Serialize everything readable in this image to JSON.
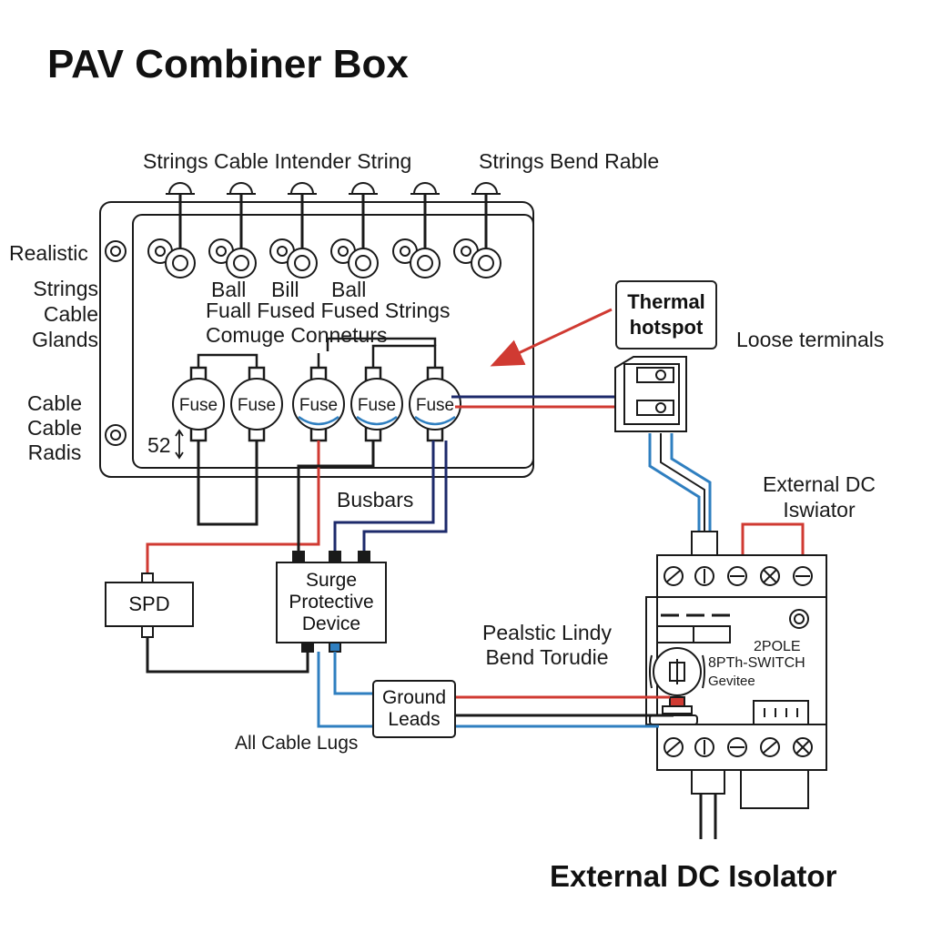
{
  "title": "PAV Combiner Box",
  "bottom_title": "External DC Isolator",
  "labels": {
    "strings_cable_intender": "Strings Cable Intender String",
    "strings_bend_rable": "Strings Bend Rable",
    "realistic": "Realistic",
    "strings_cable_glands": [
      "Strings",
      "Cable",
      "Glands"
    ],
    "cable_radis": [
      "Cable",
      "Cable",
      "Radis"
    ],
    "ball_1": "Ball",
    "bill": "Bill",
    "ball_2": "Ball",
    "fused_strings": "Fuall Fused Fused Strings",
    "comuge_conneturs": "Comuge Conneturs",
    "dimension": "52",
    "thermal_hotspot": [
      "Thermal",
      "hotspot"
    ],
    "loose_terminals": "Loose terminals",
    "external_dc_iswiator": [
      "External DC",
      "Iswiator"
    ],
    "busbars": "Busbars",
    "spd": "SPD",
    "surge_protective_device": [
      "Surge",
      "Protective",
      "Device"
    ],
    "pealstic_lindy": [
      "Pealstic Lindy",
      "Bend Torudie"
    ],
    "ground_leads": [
      "Ground",
      "Leads"
    ],
    "all_cable_lugs": "All Cable Lugs",
    "isolator_2pole": "2POLE",
    "isolator_switch": "8PTh-SWITCH",
    "isolator_gevitee": "Gevitee"
  },
  "fuses": [
    "Fuse",
    "Fuse",
    "Fuse",
    "Fuse",
    "Fuse"
  ],
  "colors": {
    "positive": "#d03a32",
    "negative": "#1d2a6b",
    "ground": "#2f7fc0",
    "line": "#1a1a1a"
  }
}
